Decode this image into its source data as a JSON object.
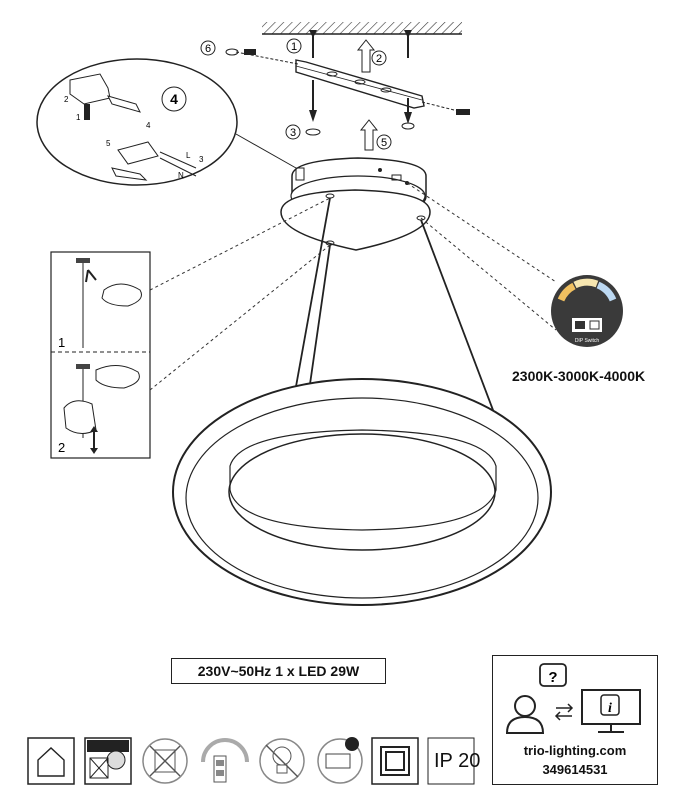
{
  "callouts": {
    "step1": "1",
    "step2": "2",
    "step3": "3",
    "step4": "4",
    "step5": "5",
    "step6": "6"
  },
  "inset_detail": {
    "labels": [
      "2",
      "1",
      "4",
      "5",
      "L",
      "3",
      "N"
    ]
  },
  "side_steps": {
    "upper": "1",
    "lower": "2"
  },
  "dip_switch": {
    "label": "DIP Switch",
    "color_range": "2300K-3000K-4000K"
  },
  "spec": {
    "text": "230V~50Hz  1 x LED 29W"
  },
  "service": {
    "url": "trio-lighting.com",
    "code": "349614531"
  },
  "symbols": [
    {
      "name": "indoor-use-icon"
    },
    {
      "name": "not-dimmable-icon"
    },
    {
      "name": "no-dispose-icon"
    },
    {
      "name": "energy-label-icon"
    },
    {
      "name": "led-not-replaceable-icon"
    },
    {
      "name": "driver-icon"
    },
    {
      "name": "class-2-icon"
    },
    {
      "name": "ip20-icon"
    }
  ],
  "ip_rating": "IP 20"
}
